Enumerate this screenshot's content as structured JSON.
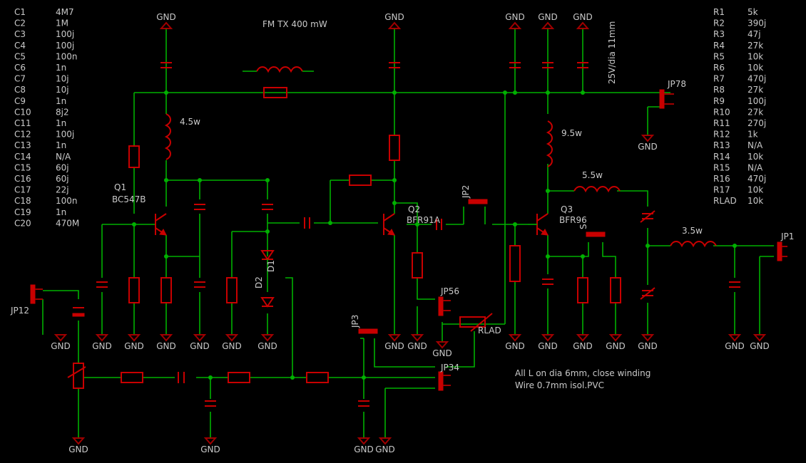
{
  "title": "FM TX 400 mW",
  "notes": [
    "All L on dia 6mm, close winding",
    "Wire 0.7mm isol.PVC"
  ],
  "gnd_label": "GND",
  "cap_note": "25V/dia 11mm",
  "inductor_notes": {
    "L1": "4.5w",
    "L5": "9.5w",
    "L6": "5.5w",
    "L7": "3.5w"
  },
  "left_parts": [
    [
      "C1",
      "4M7"
    ],
    [
      "C2",
      "1M"
    ],
    [
      "C3",
      "100j"
    ],
    [
      "C4",
      "100j"
    ],
    [
      "C5",
      "100n"
    ],
    [
      "C6",
      "1n"
    ],
    [
      "C7",
      "10j"
    ],
    [
      "C8",
      "10j"
    ],
    [
      "C9",
      "1n"
    ],
    [
      "C10",
      "8j2"
    ],
    [
      "C11",
      "1n"
    ],
    [
      "C12",
      "100j"
    ],
    [
      "C13",
      "1n"
    ],
    [
      "C14",
      "N/A"
    ],
    [
      "C15",
      "60j"
    ],
    [
      "C16",
      "60j"
    ],
    [
      "C17",
      "22j"
    ],
    [
      "C18",
      "100n"
    ],
    [
      "C19",
      "1n"
    ],
    [
      "C20",
      "470M"
    ]
  ],
  "right_parts": [
    [
      "R1",
      "5k"
    ],
    [
      "R2",
      "390j"
    ],
    [
      "R3",
      "47j"
    ],
    [
      "R4",
      "27k"
    ],
    [
      "R5",
      "10k"
    ],
    [
      "R6",
      "10k"
    ],
    [
      "R7",
      "470j"
    ],
    [
      "R8",
      "27k"
    ],
    [
      "R9",
      "100j"
    ],
    [
      "R10",
      "27k"
    ],
    [
      "R11",
      "270j"
    ],
    [
      "R12",
      "1k"
    ],
    [
      "R13",
      "N/A"
    ],
    [
      "R14",
      "10k"
    ],
    [
      "R15",
      "N/A"
    ],
    [
      "R16",
      "470j"
    ],
    [
      "R17",
      "10k"
    ],
    [
      "RLAD",
      "10k"
    ]
  ],
  "components": {
    "transistors": [
      {
        "ref": "Q1",
        "value": "BC547B"
      },
      {
        "ref": "Q2",
        "value": "BFR91A"
      },
      {
        "ref": "Q3",
        "value": "BFR96"
      }
    ],
    "diodes": [
      "D2",
      "D1"
    ],
    "jumpers": [
      "JP12",
      "JP78",
      "JP2",
      "JP56",
      "JP3",
      "JP34",
      "JP1",
      "S"
    ],
    "trimmer": "RLAD"
  }
}
